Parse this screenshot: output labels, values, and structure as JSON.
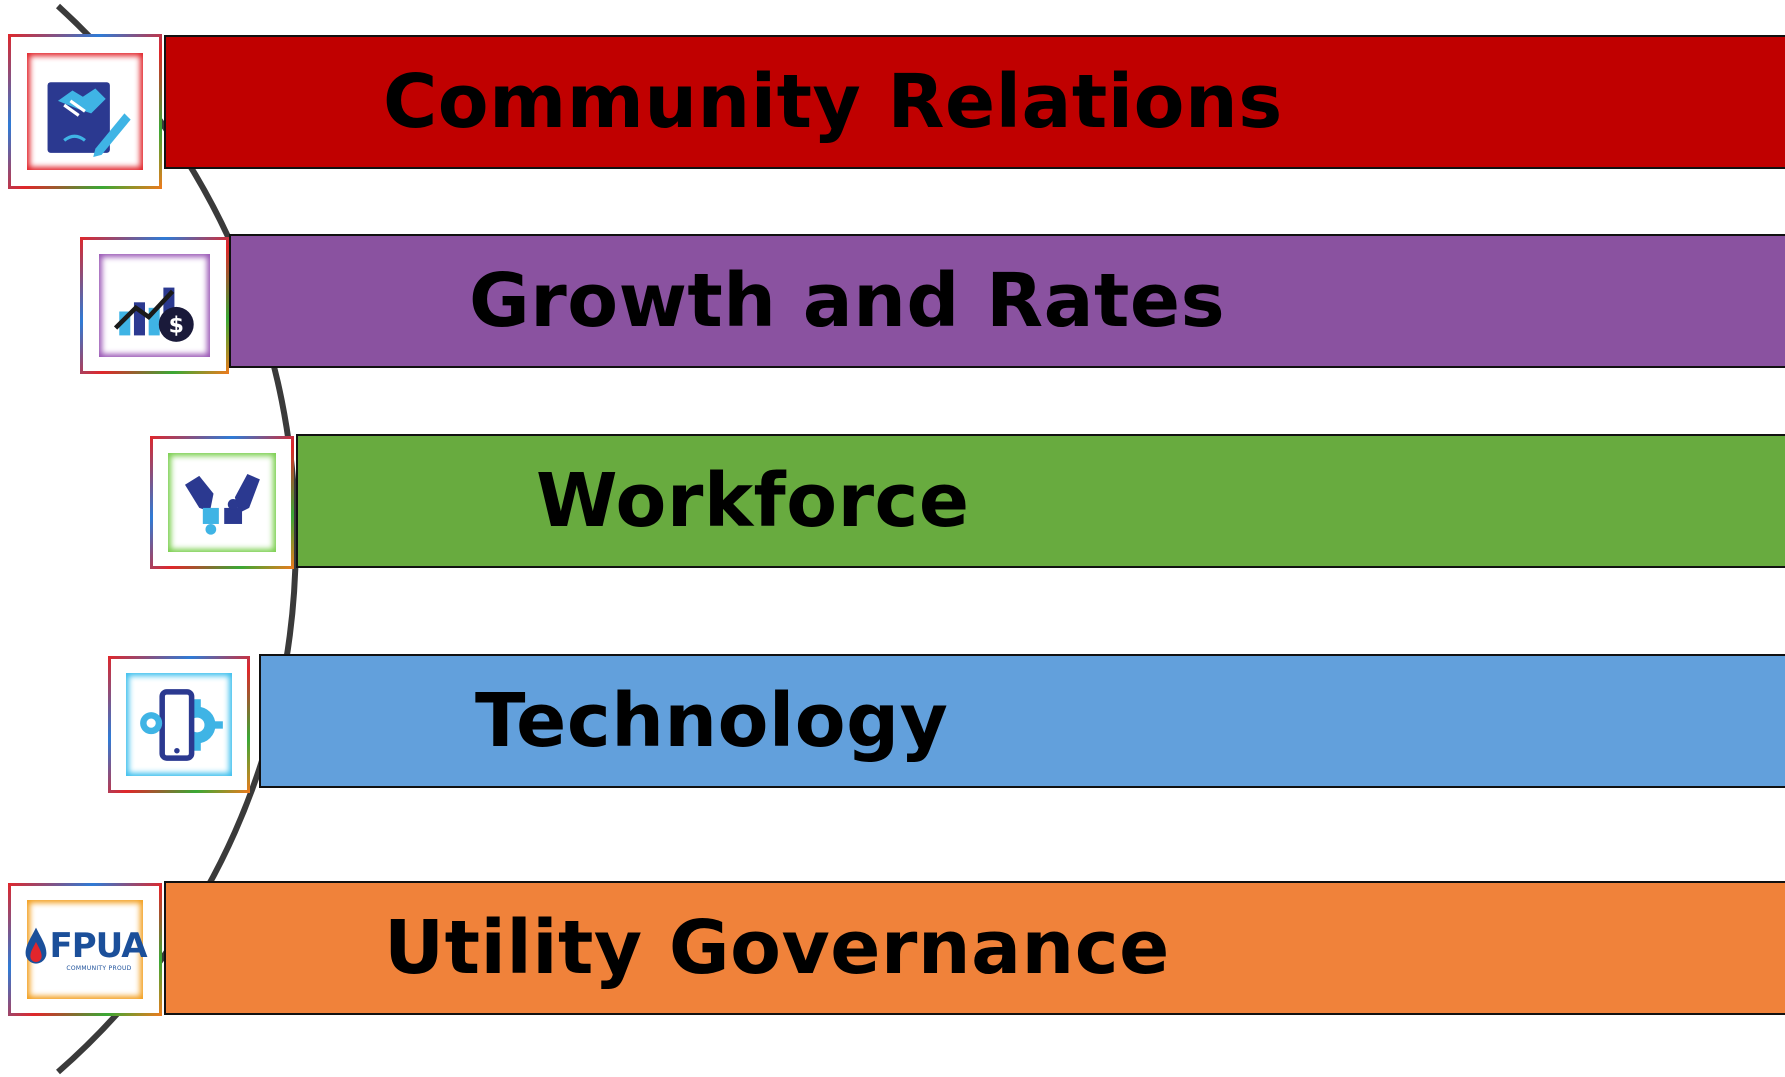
{
  "items": [
    {
      "label": "Community Relations",
      "color": "#c00000",
      "icon": "handshake-contract-icon",
      "glow": "#e2262c"
    },
    {
      "label": "Growth and Rates",
      "color": "#8a52a0",
      "icon": "growth-chart-dollar-icon",
      "glow": "#9b59b6"
    },
    {
      "label": "Workforce",
      "color": "#68ab3f",
      "icon": "hands-puzzle-icon",
      "glow": "#7bcf4f"
    },
    {
      "label": "Technology",
      "color": "#62a0dc",
      "icon": "phone-gear-icon",
      "glow": "#3fc0ee"
    },
    {
      "label": "Utility Governance",
      "color": "#f0823a",
      "icon": "fpua-logo-icon",
      "glow": "#f3a020"
    }
  ],
  "logo": {
    "name": "FPUA",
    "tagline": "COMMUNITY PROUD"
  }
}
